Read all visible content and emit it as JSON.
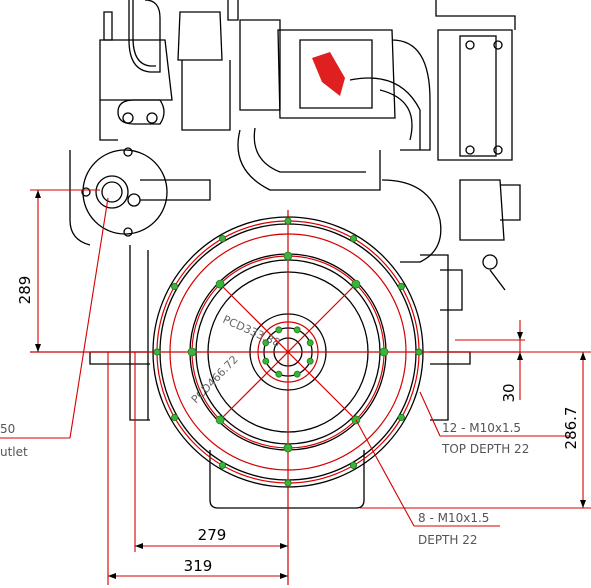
{
  "dimensions": {
    "height_289": "289",
    "width_279": "279",
    "width_319": "319",
    "offset_30": "30",
    "height_286_7": "286.7"
  },
  "callouts": {
    "left_line1": "50",
    "left_line2": "utlet",
    "top_holes_line1": "12 - M10x1.5",
    "top_holes_line2": "TOP  DEPTH  22",
    "bottom_holes_line1": "8 - M10x1.5",
    "bottom_holes_line2": "DEPTH  22"
  },
  "pcd_labels": {
    "inner": "PCD333.38",
    "outer": "PCD466.72"
  },
  "colors": {
    "outline": "#000000",
    "dimension": "#d40000",
    "hole": "#3cb43c",
    "logo": "#e02020"
  }
}
